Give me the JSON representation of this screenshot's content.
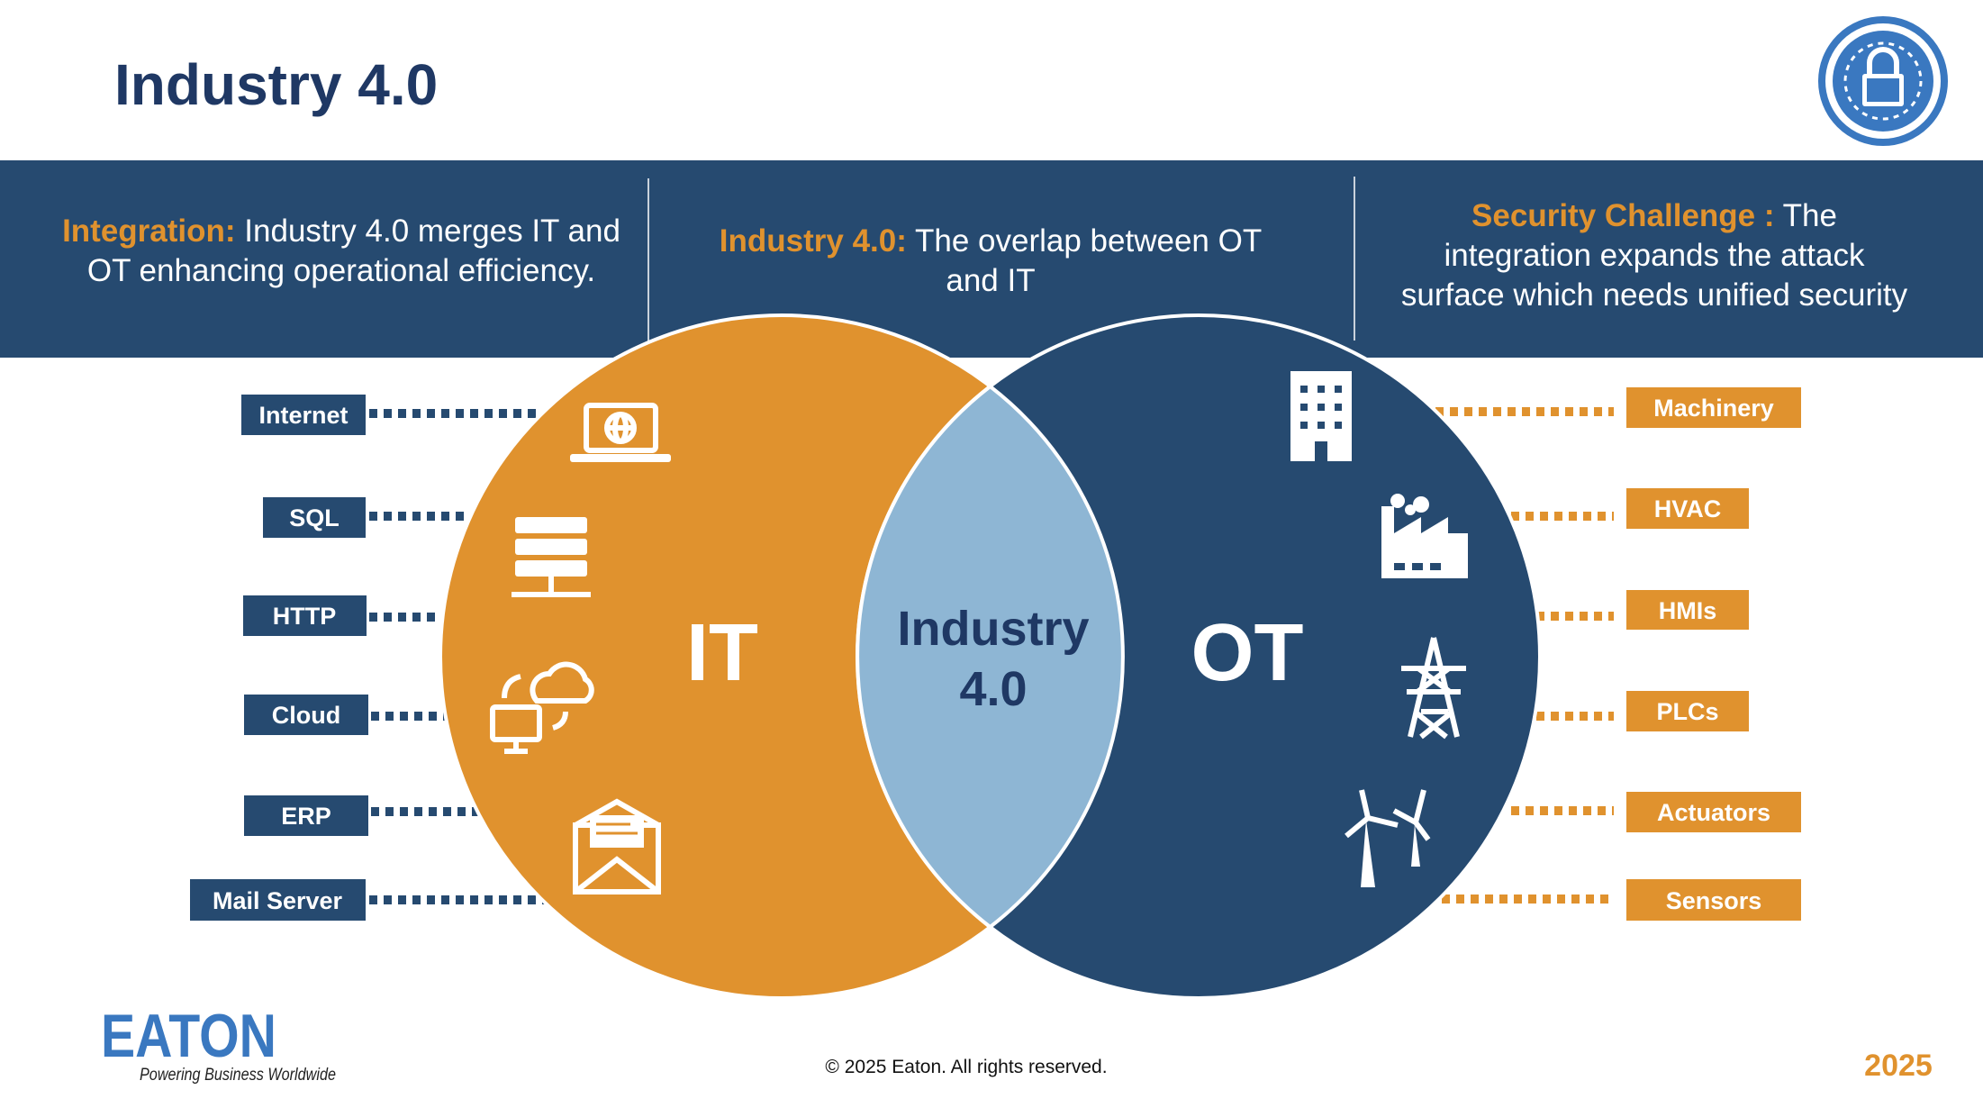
{
  "title": "Industry 4.0",
  "header": {
    "integration": {
      "highlight": "Integration:",
      "line1": " Industry 4.0 merges IT and",
      "line2": "OT enhancing operational efficiency."
    },
    "overlap": {
      "highlight": "Industry 4.0:",
      "line1": " The overlap between OT",
      "line2": "and IT"
    },
    "security": {
      "highlight": "Security Challenge :",
      "line1": " The",
      "line2": "integration expands the attack",
      "line3": "surface which needs unified security"
    }
  },
  "venn": {
    "it_label": "IT",
    "ot_label": "OT",
    "center_line1": "Industry",
    "center_line2": "4.0"
  },
  "it_items": [
    "Internet",
    "SQL",
    "HTTP",
    "Cloud",
    "ERP",
    "Mail Server"
  ],
  "ot_items": [
    "Machinery",
    "HVAC",
    "HMIs",
    "PLCs",
    "Actuators",
    "Sensors"
  ],
  "footer": {
    "logo_text": "EATON",
    "tagline": "Powering Business Worldwide",
    "copyright": "© 2025 Eaton. All rights reserved.",
    "year": "2025"
  },
  "colors": {
    "orange": "#E0922E",
    "navy": "#264A70",
    "light_blue": "#8EB6D4",
    "title": "#1F3864",
    "logo_blue": "#3A78C0"
  }
}
